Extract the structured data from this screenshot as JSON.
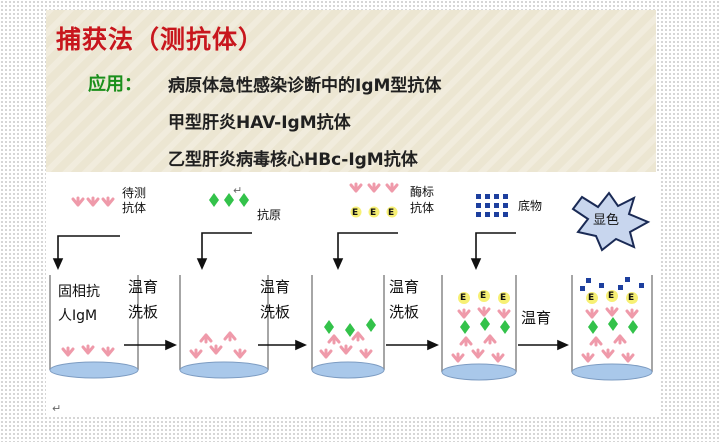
{
  "title": "捕获法（测抗体）",
  "application": {
    "label": "应用：",
    "lines": [
      "病原体急性感染诊断中的IgM型抗体",
      "甲型肝炎HAV-IgM抗体",
      "乙型肝炎病毒核心HBc-IgM抗体"
    ]
  },
  "diagram": {
    "step1_reagent": [
      "待测",
      "抗体"
    ],
    "step2_reagent": "抗原",
    "step3_reagent": [
      "酶标",
      "抗体"
    ],
    "step4_reagent": "底物",
    "step5_result": "显色",
    "well1_label": [
      "固相抗",
      "人IgM"
    ],
    "incubate": "温育",
    "wash": "洗板",
    "enzyme_letter": "E",
    "paragraph_mark": "↵",
    "colors": {
      "antibody": "#ef9aaa",
      "antigen": "#33c24a",
      "enzyme_fill": "#f7f074",
      "substrate": "#1d3f9e",
      "well_bottom": "#a9c8ea",
      "burst_fill": "#c8d6ee"
    }
  }
}
